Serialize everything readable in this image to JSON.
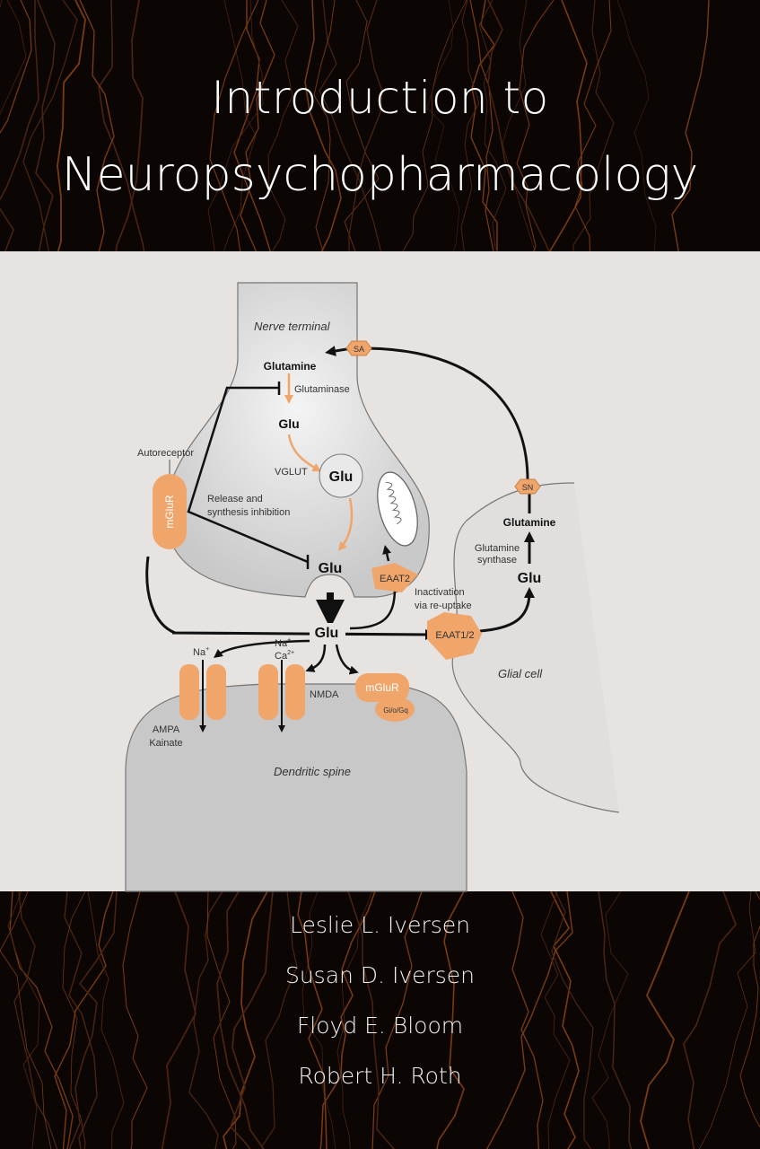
{
  "cover": {
    "title_line1": "Introduction to",
    "title_line2": "Neuropsychopharmacology",
    "authors": [
      "Leslie L. Iversen",
      "Susan D. Iversen",
      "Floyd E. Bloom",
      "Robert H. Roth"
    ]
  },
  "diagram": {
    "nerve_terminal": "Nerve terminal",
    "sa": "SA",
    "glutamine_top": "Glutamine",
    "glutaminase": "Glutaminase",
    "glu_1": "Glu",
    "autoreceptor": "Autoreceptor",
    "vglut": "VGLUT",
    "glu_vesicle": "Glu",
    "mglur_auto": "mGluR",
    "release_1": "Release and",
    "release_2": "synthesis inhibition",
    "glu_release": "Glu",
    "eaat2": "EAAT2",
    "inactivation_1": "Inactivation",
    "inactivation_2": "via re-uptake",
    "glu_cleft": "Glu",
    "eaat12": "EAAT1/2",
    "sn": "SN",
    "glutamine_glial": "Glutamine",
    "gs_1": "Glutamine",
    "gs_2": "synthase",
    "glu_glial": "Glu",
    "glial_cell": "Glial cell",
    "na_ampa": "Na",
    "na_nmda": "Na",
    "ca_nmda": "Ca",
    "ca_sup": "2+",
    "plus": "+",
    "nmda": "NMDA",
    "mglur_post": "mGluR",
    "g_protein": "Gi/o/Gq",
    "ampa": "AMPA",
    "kainate": "Kainate",
    "dendritic_spine": "Dendritic spine"
  },
  "colors": {
    "accent": "#f0a56b",
    "background": "#0b0604",
    "panel": "#e6e3e0"
  }
}
